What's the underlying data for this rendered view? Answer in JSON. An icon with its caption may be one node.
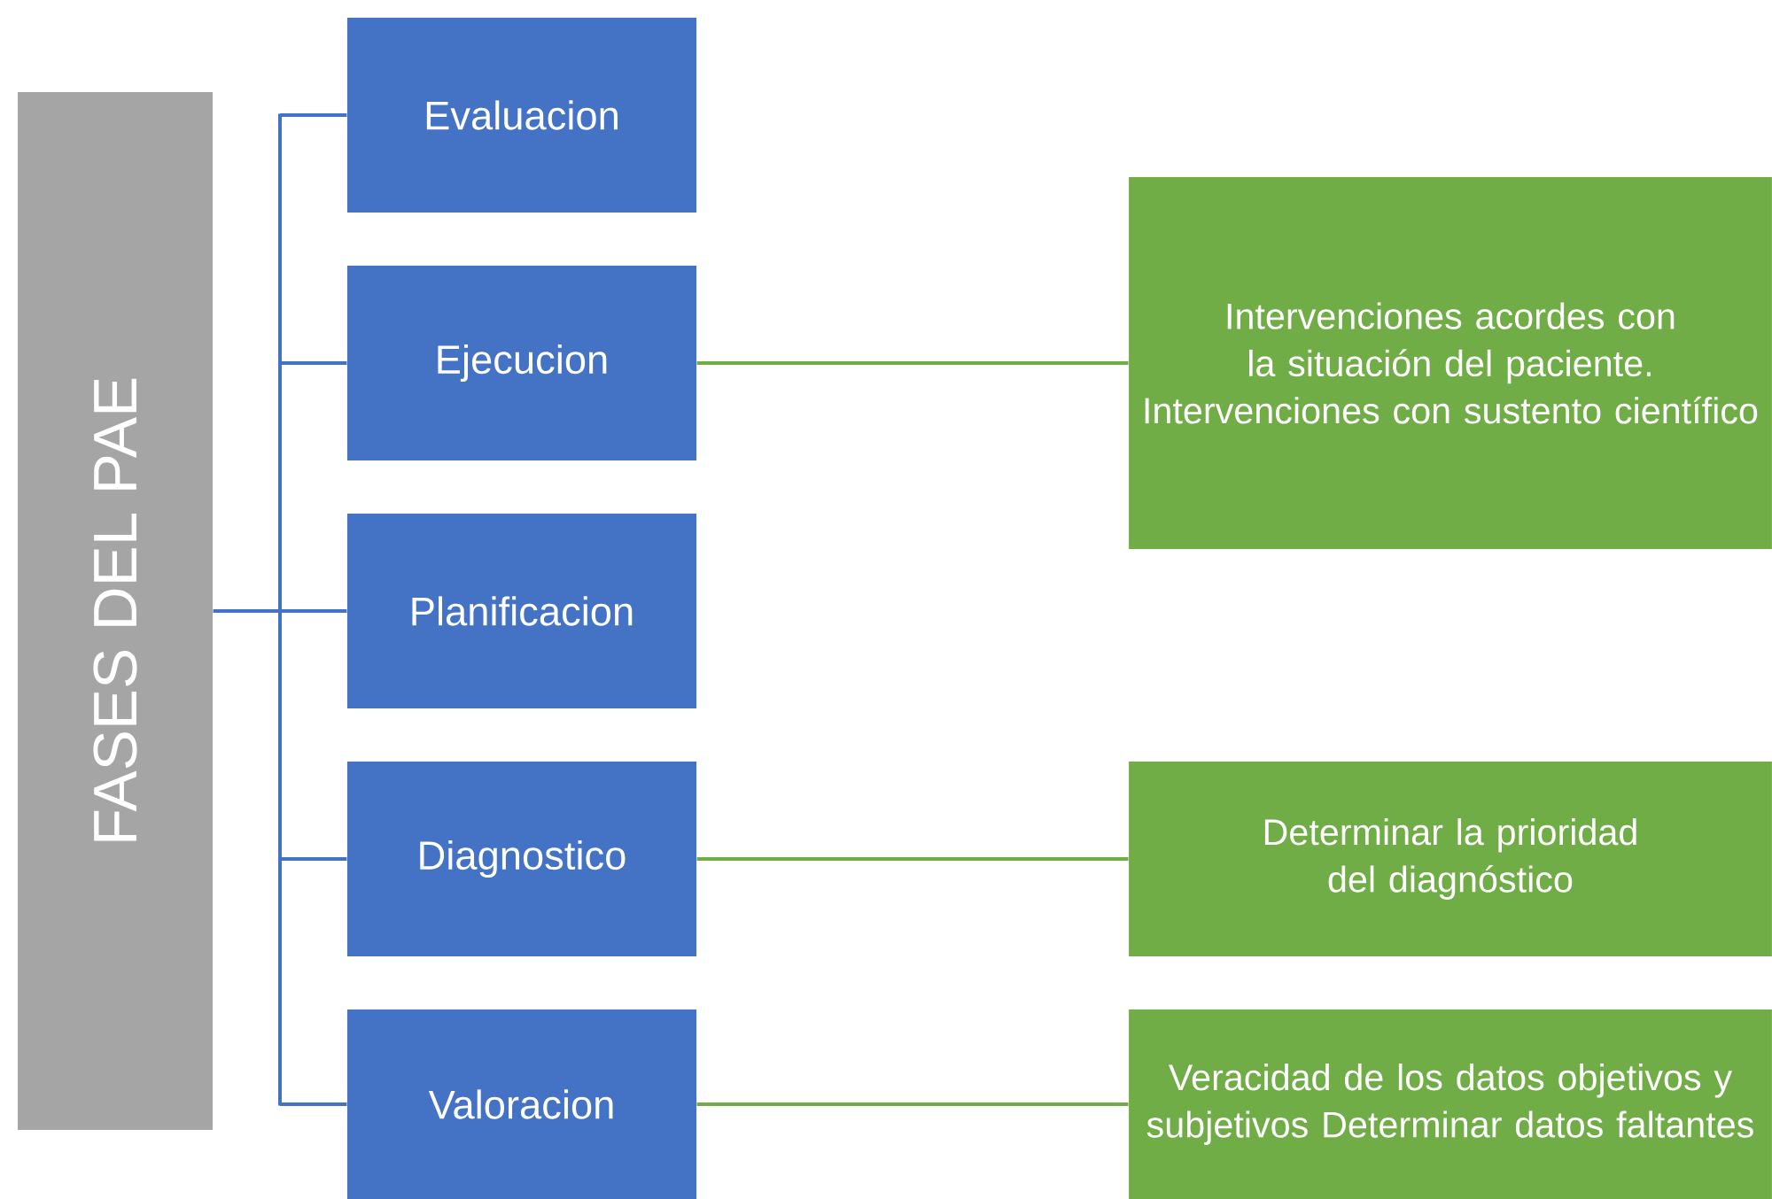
{
  "diagram": {
    "nodes": [
      {
        "text": [
          "FASES DEL PAE"
        ]
      },
      {
        "text": [
          "Evaluacion"
        ]
      },
      {
        "text": [
          "Ejecucion"
        ]
      },
      {
        "text": [
          "Planificacion"
        ]
      },
      {
        "text": [
          "Diagnostico"
        ]
      },
      {
        "text": [
          "Valoracion"
        ]
      },
      {
        "text": [
          "Intervenciones acordes con la situación del paciente. Intervenciones con sustento científico"
        ]
      },
      {
        "text": [
          "Determinar la prioridad del diagnóstico"
        ]
      },
      {
        "text": [
          "Veracidad de los datos objetivos y subjetivos Determinar datos faltantes"
        ]
      }
    ],
    "edges": [
      {
        "from": 0,
        "to": 1,
        "arrow": "none"
      },
      {
        "from": 0,
        "to": 2,
        "arrow": "none"
      },
      {
        "from": 0,
        "to": 3,
        "arrow": "none"
      },
      {
        "from": 0,
        "to": 4,
        "arrow": "none"
      },
      {
        "from": 0,
        "to": 5,
        "arrow": "none"
      },
      {
        "from": 2,
        "to": 6,
        "arrow": "none",
        "color": "#70ad47"
      },
      {
        "from": 4,
        "to": 7,
        "arrow": "none",
        "color": "#70ad47"
      },
      {
        "from": 5,
        "to": 8,
        "arrow": "none",
        "color": "#70ad47"
      }
    ]
  }
}
